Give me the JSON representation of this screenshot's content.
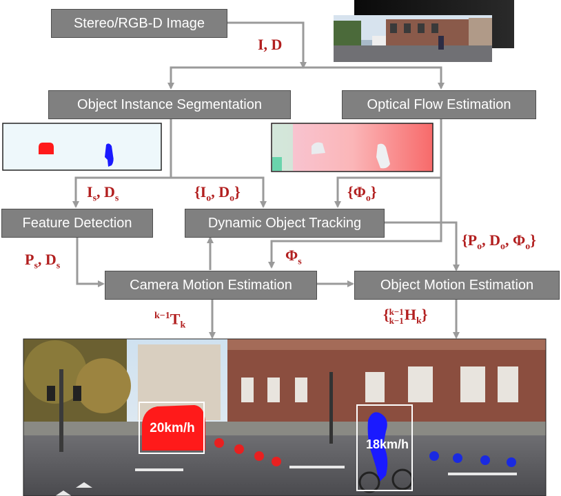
{
  "boxes": {
    "input": "Stereo/RGB-D Image",
    "segmentation": "Object Instance Segmentation",
    "flow": "Optical Flow Estimation",
    "feature": "Feature Detection",
    "tracking": "Dynamic Object Tracking",
    "camera": "Camera Motion Estimation",
    "object_motion": "Object Motion Estimation"
  },
  "labels": {
    "input_sym": "I, D",
    "static_sym": "I",
    "static_sub": "s",
    "static_sym2": ", D",
    "obj_open": "{I",
    "obj_sub1": "o",
    "obj_mid": ", D",
    "obj_sub2": "o",
    "obj_close": "}",
    "flowo_open": "{Φ",
    "flowo_sub": "o",
    "flowo_close": "}",
    "points_P": "P",
    "points_sub": "s",
    "points_D": ", D",
    "points_sub2": "s",
    "flows_sym": "Φ",
    "flows_sub": "s",
    "objpts_open": "{P",
    "objpts_sub1": "o",
    "objpts_mid1": ", D",
    "objpts_sub2": "o",
    "objpts_mid2": ", Φ",
    "objpts_sub3": "o",
    "objpts_close": "}",
    "cam_sup": "k−1",
    "cam_T": "T",
    "cam_sub": "k",
    "objH_open": "{",
    "objH_sup": "k−1",
    "objH_presub": "k−1",
    "objH_H": "H",
    "objH_sub": "k",
    "objH_close": "}"
  },
  "scene": {
    "car_speed": "20km/h",
    "cyclist_speed": "18km/h"
  },
  "colors": {
    "box_fill": "#808080",
    "arrow": "#999999",
    "label_red": "#b21f1f",
    "car_mask": "#ff1a1a",
    "cyclist_mask": "#1a1aff",
    "car_dots": "#e82020",
    "cyclist_dots": "#1a2ae0"
  }
}
